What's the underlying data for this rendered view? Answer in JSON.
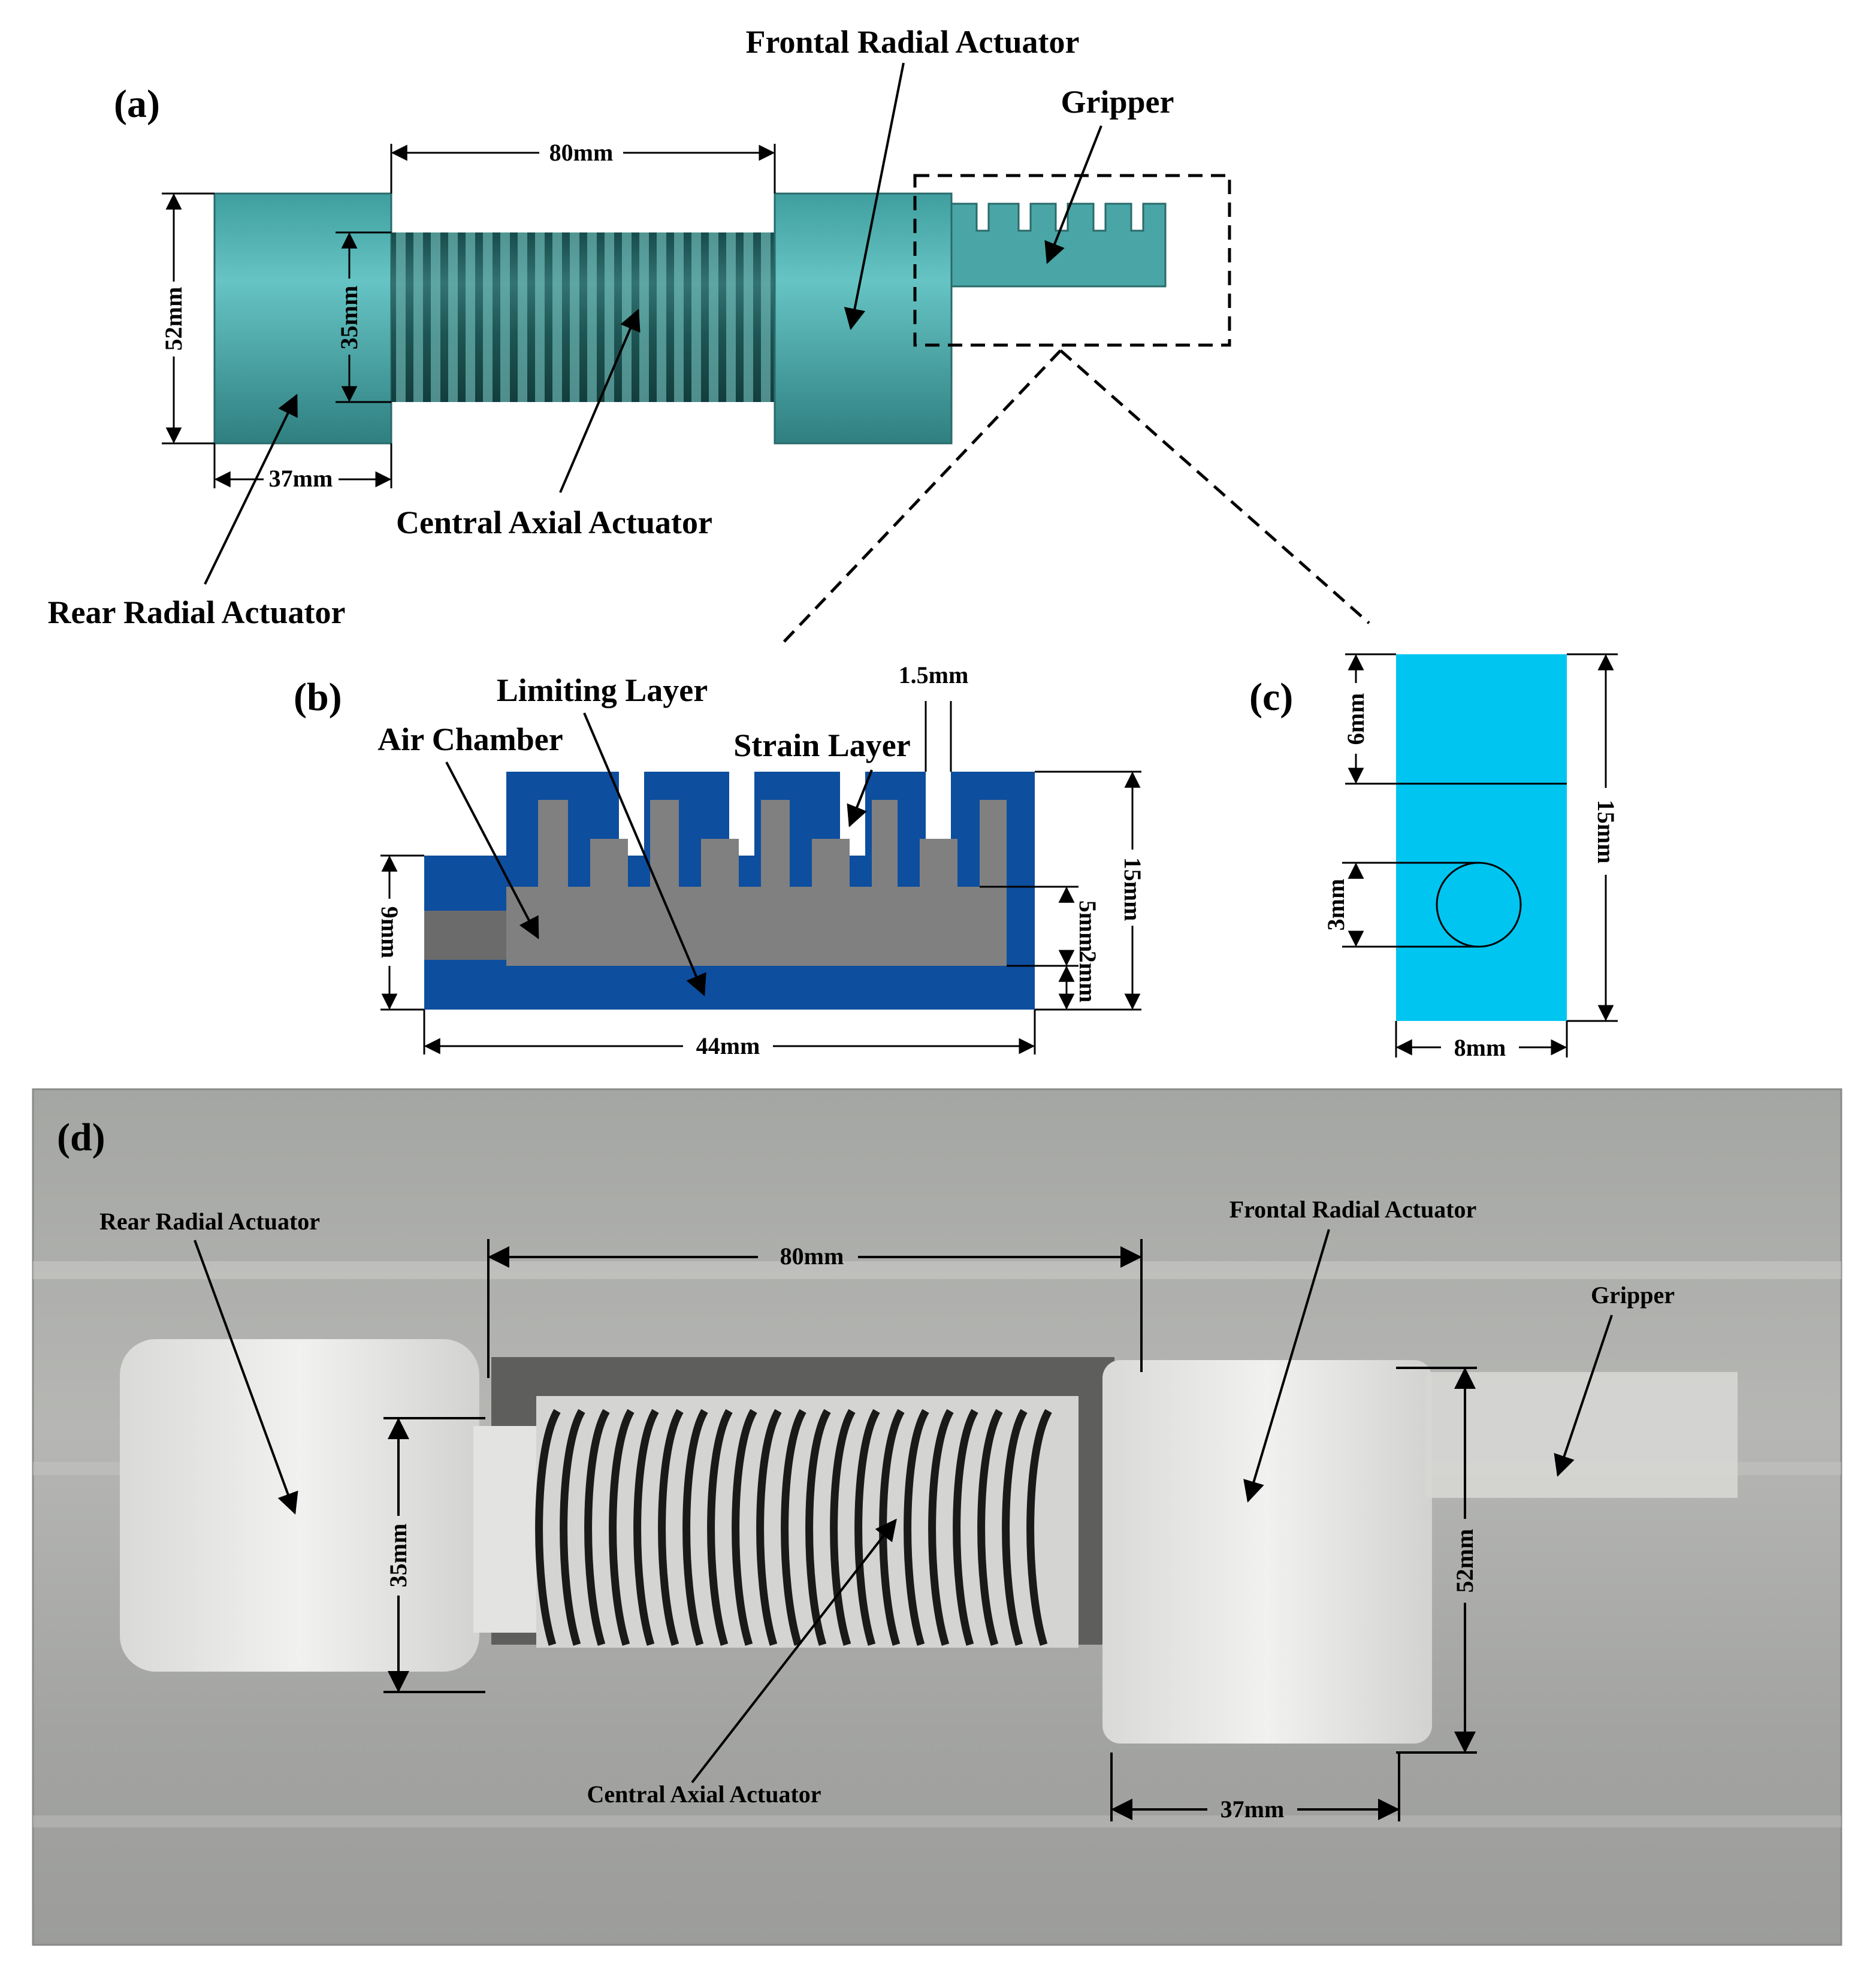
{
  "panel_a": {
    "tag": "(a)",
    "labels": {
      "frontal": "Frontal Radial Actuator",
      "gripper": "Gripper",
      "central": "Central Axial Actuator",
      "rear": "Rear Radial Actuator"
    },
    "dims": {
      "axial_length": "80mm",
      "outer_diameter": "52mm",
      "inner_diameter": "35mm",
      "radial_length": "37mm"
    }
  },
  "panel_b": {
    "tag": "(b)",
    "labels": {
      "limiting": "Limiting Layer",
      "air": "Air Chamber",
      "strain": "Strain Layer"
    },
    "dims": {
      "gap": "1.5mm",
      "height": "15mm",
      "chamber": "5mm",
      "bottom": "2mm",
      "base": "9mm",
      "length": "44mm"
    }
  },
  "panel_c": {
    "tag": "(c)",
    "dims": {
      "top": "6mm",
      "height": "15mm",
      "hole": "3mm",
      "width": "8mm"
    }
  },
  "panel_d": {
    "tag": "(d)",
    "labels": {
      "rear": "Rear Radial Actuator",
      "frontal": "Frontal Radial Actuator",
      "gripper": "Gripper",
      "central": "Central Axial Actuator"
    },
    "dims": {
      "axial_length": "80mm",
      "inner_diameter": "35mm",
      "outer_diameter": "52mm",
      "radial_length": "37mm"
    }
  },
  "colors": {
    "teal": "#4fb3b3",
    "dark_blue": "#0d4e9e",
    "chamber_gray": "#808080",
    "cyan": "#00c5f0",
    "photo_bg": "#a9a9a7"
  }
}
